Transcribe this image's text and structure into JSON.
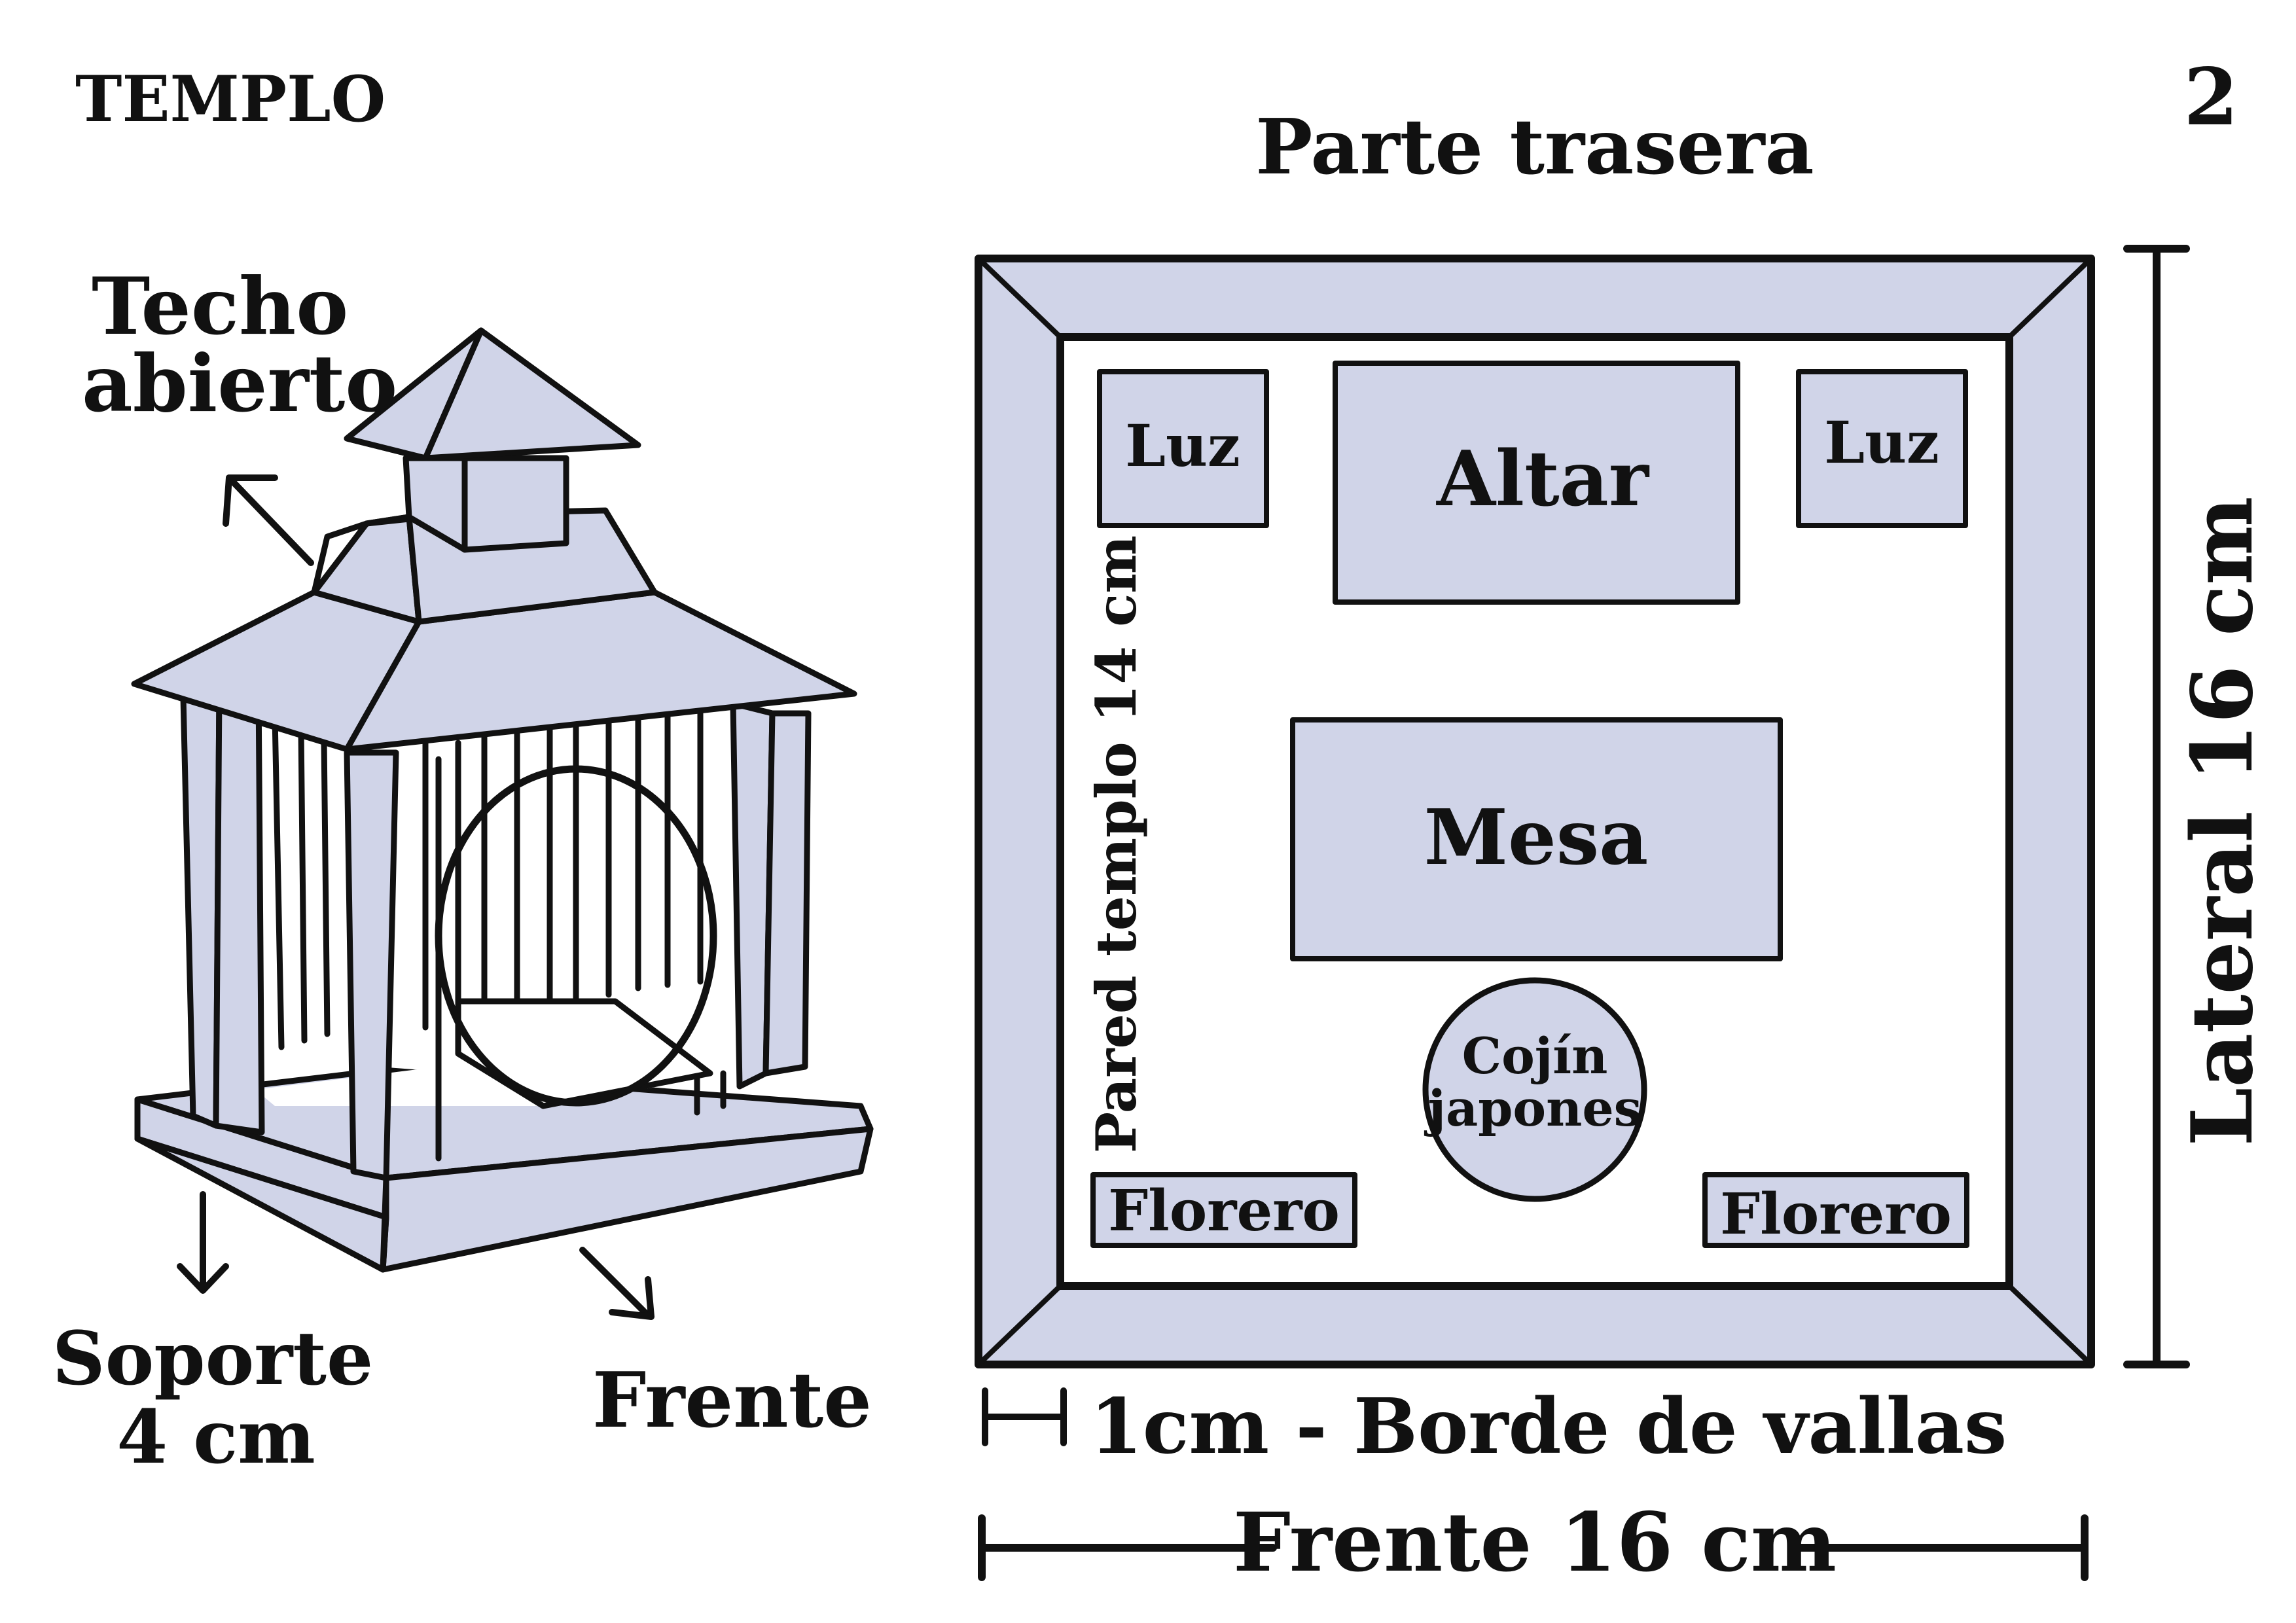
{
  "page": {
    "title": "TEMPLO",
    "number": "2",
    "fill_color": "#d0d4e8",
    "ink_color": "#111111"
  },
  "perspective": {
    "label_roof_line1": "Techo",
    "label_roof_line2": "abierto",
    "label_support_line1": "Soporte",
    "label_support_line2": "4 cm",
    "label_front": "Frente"
  },
  "plan": {
    "back_label": "Parte trasera",
    "wall_label": "Pared templo 14 cm",
    "side_label": "Lateral 16 cm",
    "border_label": "1cm - Borde de vallas",
    "front_label": "Frente 16 cm",
    "items": {
      "luz_left": "Luz",
      "altar": "Altar",
      "luz_right": "Luz",
      "mesa": "Mesa",
      "cojin_line1": "Cojín",
      "cojin_line2": "japones",
      "florero_left": "Florero",
      "florero_right": "Florero"
    }
  }
}
